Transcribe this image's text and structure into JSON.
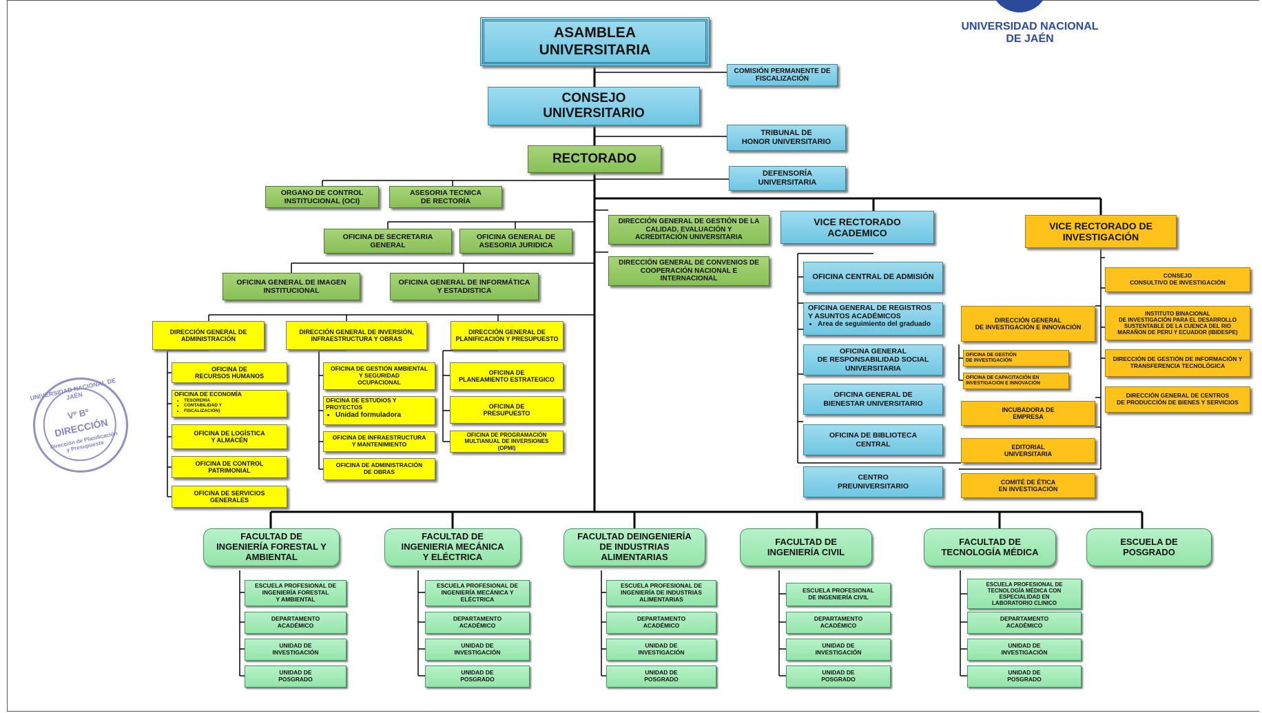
{
  "logo": {
    "line1": "UNIVERSIDAD NACIONAL",
    "line2": "DE JAÉN"
  },
  "stamp": {
    "ring": "UNIVERSIDAD NACIONAL DE JAÉN",
    "vb": "Vº Bº",
    "dir": "DIRECCIÓN",
    "sub": "Dirección de Planificación y Presupuesto"
  },
  "top": {
    "asamblea": [
      "ASAMBLEA",
      "UNIVERSITARIA"
    ],
    "comision": [
      "COMISIÓN PERMANENTE DE",
      "FISCALIZACIÓN"
    ],
    "consejo": [
      "CONSEJO",
      "UNIVERSITARIO"
    ],
    "tribunal": [
      "TRIBUNAL DE",
      "HONOR UNIVERSITARIO"
    ],
    "rectorado": "RECTORADO",
    "defensoria": [
      "DEFENSORÍA",
      "UNIVERSITARIA"
    ]
  },
  "staff": {
    "oci": [
      "ORGANO DE CONTROL",
      "INSTITUCIONAL (OCI)"
    ],
    "asesoria_tecnica": [
      "ASESORIA TECNICA",
      "DE RECTORÍA"
    ],
    "secretaria": [
      "OFICINA DE SECRETARIA",
      "GENERAL"
    ],
    "asesoria_juridica": [
      "OFICINA GENERAL DE",
      "ASESORIA JURIDICA"
    ],
    "imagen": [
      "OFICINA GENERAL DE IMAGEN",
      "INSTITUCIONAL"
    ],
    "informatica": [
      "OFICINA GENERAL DE INFORMÁTICA",
      "Y ESTADISTICA"
    ],
    "calidad": [
      "DIRECCIÓN GENERAL DE GESTIÓN DE LA",
      "CALIDAD, EVALUACIÓN Y",
      "ACREDITACIÓN UNIVERSITARIA"
    ],
    "convenios": [
      "DIRECCIÓN GENERAL DE CONVENIOS DE",
      "COOPERACIÓN NACIONAL E",
      "INTERNACIONAL"
    ]
  },
  "admin": {
    "dga": [
      "DIRECCIÓN GENERAL DE",
      "ADMINISTRACIÓN"
    ],
    "rrhh": [
      "OFICINA DE",
      "RECURSOS HUMANOS"
    ],
    "economia": "OFICINA DE ECONOMÍA",
    "economia_items": [
      "TESORERÍA",
      "CONTABILIDAD Y",
      "FISCALIZACIÓN)"
    ],
    "logistica": [
      "OFICINA DE LOGÍSTICA",
      "Y ALMACÉN"
    ],
    "patrimonial": [
      "OFICINA DE CONTROL",
      "PATRIMONIAL"
    ],
    "servicios": [
      "OFICINA DE SERVICIOS",
      "GENERALES"
    ]
  },
  "infra": {
    "dgi": [
      "DIRECCIÓN GENERAL DE INVERSIÓN,",
      "INFRAESTRUCTURA Y OBRAS"
    ],
    "ambiental": [
      "OFICINA DE GESTIÓN AMBIENTAL",
      "Y SEGURIDAD",
      "OCUPACIONAL"
    ],
    "estudios": [
      "OFICINA DE ESTUDIOS Y",
      "PROYECTOS"
    ],
    "estudios_item": "Unidad formuladora",
    "mantenimiento": [
      "OFICINA DE INFRAESTRUCTURA",
      "Y MANTENIMIENTO"
    ],
    "obras": [
      "OFICINA DE ADMINISTRACIÓN",
      "DE OBRAS"
    ]
  },
  "plan": {
    "dgp": [
      "DIRECCIÓN GENERAL DE",
      "PLANIFICACIÓN Y PRESUPUESTO"
    ],
    "planeamiento": [
      "OFICINA DE",
      "PLANEAMIENTO ESTRATEGICO"
    ],
    "presupuesto": [
      "OFICINA DE",
      "PRESUPUESTO"
    ],
    "programacion": [
      "OFICINA DE PROGRAMACIÓN",
      "MULTIANUAL DE INVERSIONES",
      "(OPMI)"
    ]
  },
  "academico": {
    "vice": [
      "VICE RECTORADO",
      "ACADEMICO"
    ],
    "admision": "OFICINA CENTRAL DE ADMISIÓN",
    "registros": [
      "OFICINA GENERAL DE REGISTROS",
      "Y ASUNTOS ACADÉMICOS"
    ],
    "registros_item": "Area de seguimiento del graduado",
    "responsabilidad": [
      "OFICINA GENERAL",
      "DE RESPONSABILIDAD SOCIAL",
      "UNIVERSITARIA"
    ],
    "bienestar": [
      "OFICINA GENERAL DE",
      "BIENESTAR UNIVERSITARIO"
    ],
    "biblioteca": [
      "OFICINA DE BIBLIOTECA",
      "CENTRAL"
    ],
    "preuniversitario": [
      "CENTRO",
      "PREUNIVERSITARIO"
    ]
  },
  "investigacion": {
    "vice": [
      "VICE RECTORADO DE",
      "INVESTIGACIÓN"
    ],
    "consejo": [
      "CONSEJO",
      "CONSULTIVO DE INVESTIGACIÓN"
    ],
    "instituto": [
      "INSTITUTO BINACIONAL",
      "DE INVESTIGACIÓN PARA EL DESARROLLO",
      "SUSTENTABLE DE LA CUENCA DEL RIO",
      "MARAÑON DE PERU Y ECUADOR (IBIDESPE)"
    ],
    "informacion": [
      "DIRECCIÓN DE GESTIÓN DE INFORMACIÓN Y",
      "TRANSFERENCIA TECNOLÓGICA"
    ],
    "centros": [
      "DIRECCIÓN GENERAL DE CENTROS",
      "DE PRODUCCIÓN DE BIENES Y SERVICIOS"
    ],
    "dgi": [
      "DIRECCIÓN GENERAL",
      "DE INVESTIGACIÓN E INNOVACIÓN"
    ],
    "gestion": [
      "OFICINA DE GESTIÓN",
      "DE INVESTIGACIÓN"
    ],
    "capacitacion": [
      "OFICINA DE CAPACITACIÓN EN",
      "INVESTIGACIÓN E INNOVACIÓN"
    ],
    "incubadora": [
      "INCUBADORA DE",
      "EMPRESA"
    ],
    "editorial": [
      "EDITORIAL",
      "UNIVERSITARIA"
    ],
    "etica": [
      "COMITÉ DE ÉTICA",
      "EN INVESTIGACIÓN"
    ]
  },
  "facultades": [
    {
      "name": [
        "FACULTAD DE",
        "INGENIERÍA FORESTAL Y",
        "AMBIENTAL"
      ],
      "escuela": [
        "ESCUELA PROFESIONAL DE",
        "INGENIERÍA FORESTAL",
        "Y AMBIENTAL"
      ]
    },
    {
      "name": [
        "FACULTAD DE",
        "INGENIERIA MECÁNICA",
        "Y ELÉCTRICA"
      ],
      "escuela": [
        "ESCUELA PROFESIONAL DE",
        "INGENIERÍA MECÁNICA Y",
        "ELÉCTRICA"
      ]
    },
    {
      "name": [
        "FACULTAD DEINGENIERÍA",
        "DE INDUSTRIAS",
        "ALIMENTARIAS"
      ],
      "escuela": [
        "ESCUELA PROFESIONAL DE",
        "INGENIERÍA DE INDUSTRIAS",
        "ALIMENTARIAS"
      ]
    },
    {
      "name": [
        "FACULTAD DE",
        "INGENIERÍA CIVIL"
      ],
      "escuela": [
        "ESCUELA PROFESIONAL",
        "DE INGENIERÍA CIVIL"
      ]
    },
    {
      "name": [
        "FACULTAD DE",
        "TECNOLOGÍA MÉDICA"
      ],
      "escuela": [
        "ESCUELA PROFESIONAL DE",
        "TECNOLOGÍA MÉDICA CON",
        "ESPECIALIDAD EN",
        "LABORATORIO CLINICO"
      ]
    }
  ],
  "posgrado": [
    "ESCUELA DE",
    "POSGRADO"
  ],
  "unidades": {
    "departamento": [
      "DEPARTAMENTO",
      "ACADÉMICO"
    ],
    "investigacion": [
      "UNIDAD DE",
      "INVESTIGACIÓN"
    ],
    "posgrado": [
      "UNIDAD DE",
      "POSGRADO"
    ]
  }
}
